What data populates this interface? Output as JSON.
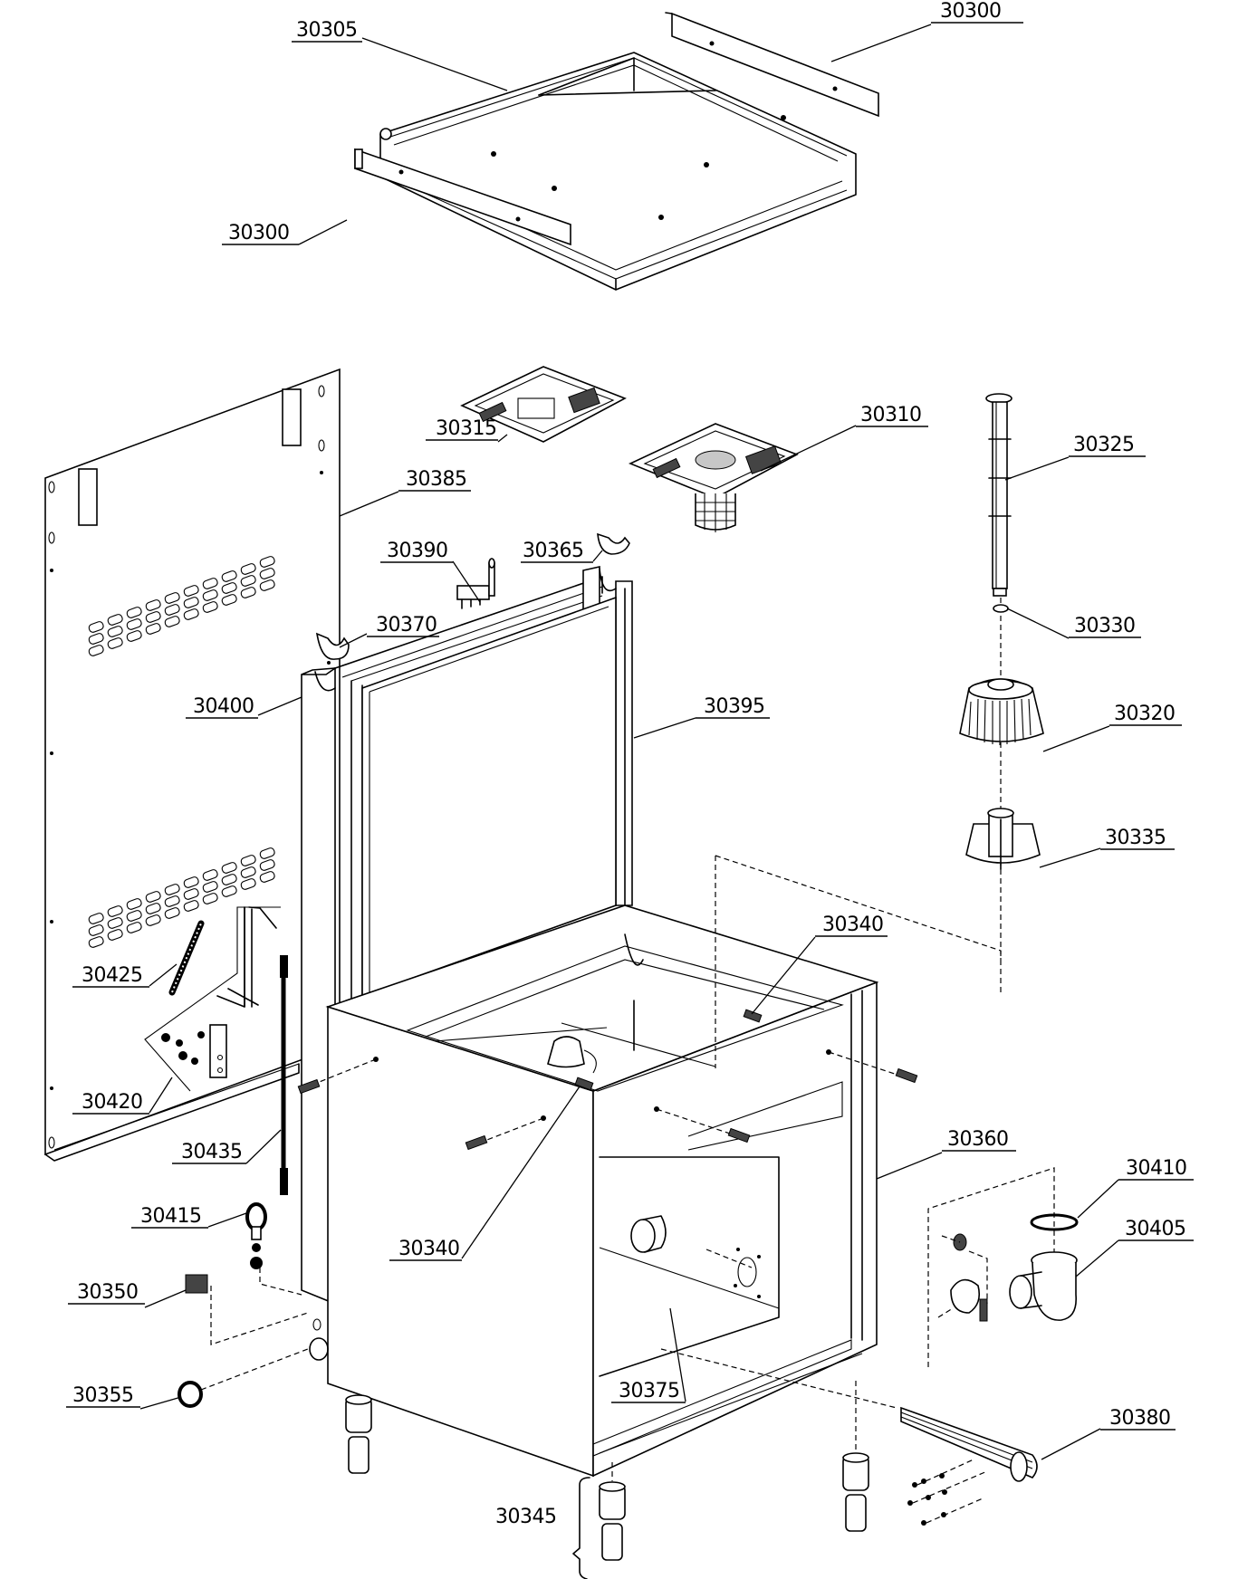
{
  "title": "Exploded view - cabinet assembly",
  "colors": {
    "line": "#000000",
    "background": "#ffffff"
  },
  "parts": [
    {
      "id": "p30300a",
      "number": "30300",
      "description": "top side strip (rear)"
    },
    {
      "id": "p30305",
      "number": "30305",
      "description": "top frame"
    },
    {
      "id": "p30300b",
      "number": "30300",
      "description": "top side strip (front)"
    },
    {
      "id": "p30315",
      "number": "30315",
      "description": "filter tray"
    },
    {
      "id": "p30310",
      "number": "30310",
      "description": "filter tray with basket"
    },
    {
      "id": "p30325",
      "number": "30325",
      "description": "overflow pipe"
    },
    {
      "id": "p30385",
      "number": "30385",
      "description": "rear panel"
    },
    {
      "id": "p30390",
      "number": "30390",
      "description": "hinge bracket"
    },
    {
      "id": "p30365",
      "number": "30365",
      "description": "hinge cup (right)"
    },
    {
      "id": "p30370",
      "number": "30370",
      "description": "hinge cup (left)"
    },
    {
      "id": "p30330",
      "number": "30330",
      "description": "o-ring"
    },
    {
      "id": "p30400",
      "number": "30400",
      "description": "door frame"
    },
    {
      "id": "p30395",
      "number": "30395",
      "description": "door panel"
    },
    {
      "id": "p30320",
      "number": "30320",
      "description": "pump filter"
    },
    {
      "id": "p30335",
      "number": "30335",
      "description": "filter base"
    },
    {
      "id": "p30340a",
      "number": "30340",
      "description": "fixing screw (rear)"
    },
    {
      "id": "p30425",
      "number": "30425",
      "description": "spring"
    },
    {
      "id": "p30420",
      "number": "30420",
      "description": "door lever kit"
    },
    {
      "id": "p30435",
      "number": "30435",
      "description": "tie rod"
    },
    {
      "id": "p30360",
      "number": "30360",
      "description": "cabinet body"
    },
    {
      "id": "p30340b",
      "number": "30340",
      "description": "fixing screw (front)"
    },
    {
      "id": "p30410",
      "number": "30410",
      "description": "drain gasket"
    },
    {
      "id": "p30415",
      "number": "30415",
      "description": "eye bolt"
    },
    {
      "id": "p30405",
      "number": "30405",
      "description": "drain trap"
    },
    {
      "id": "p30350",
      "number": "30350",
      "description": "fitting"
    },
    {
      "id": "p30355",
      "number": "30355",
      "description": "grommet"
    },
    {
      "id": "p30375",
      "number": "30375",
      "description": "gasket ring"
    },
    {
      "id": "p30380",
      "number": "30380",
      "description": "heating element"
    },
    {
      "id": "p30345",
      "number": "30345",
      "description": "adjustable foot"
    }
  ]
}
